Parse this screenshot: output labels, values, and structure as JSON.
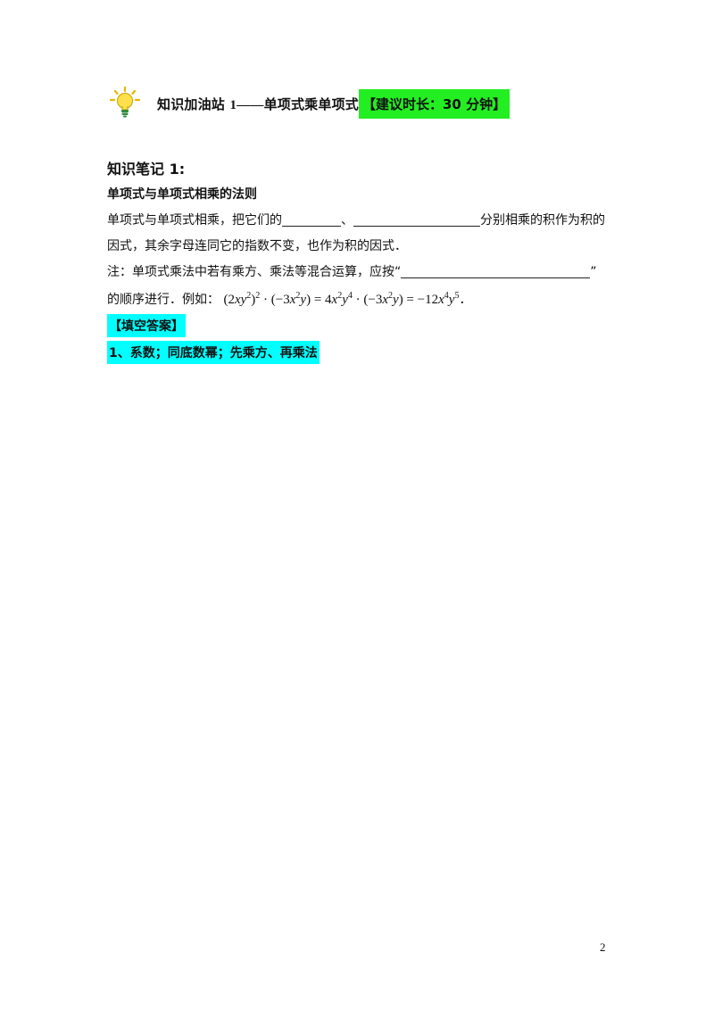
{
  "header": {
    "title_cn": "知识加油站",
    "title_num": "1——",
    "title_rest": "单项式乘单项式",
    "time_tag": "【建议时长：30 分钟】"
  },
  "note": {
    "heading": "知识笔记 1:",
    "rule_title": "单项式与单项式相乘的法则",
    "p1_a": "单项式与单项式相乘，把它们的",
    "p1_sep": "、",
    "p1_b": "分别相乘的积作为积的",
    "p2": "因式，其余字母连同它的指数不变，也作为积的因式．",
    "p3_a": "注：单项式乘法中若有乘方、乘法等混合运算，应按“",
    "p3_b": "”",
    "p4_a": "的顺序进行．例如：",
    "p4_end": "．"
  },
  "answer": {
    "tag": "【填空答案】",
    "text": "1、系数；同底数幂；先乘方、再乘法"
  },
  "page_number": "2",
  "colors": {
    "time_tag_bg": "#22ee22",
    "answer_bg": "#00ffff"
  },
  "icons": {
    "header_icon": "lightbulb-icon"
  }
}
